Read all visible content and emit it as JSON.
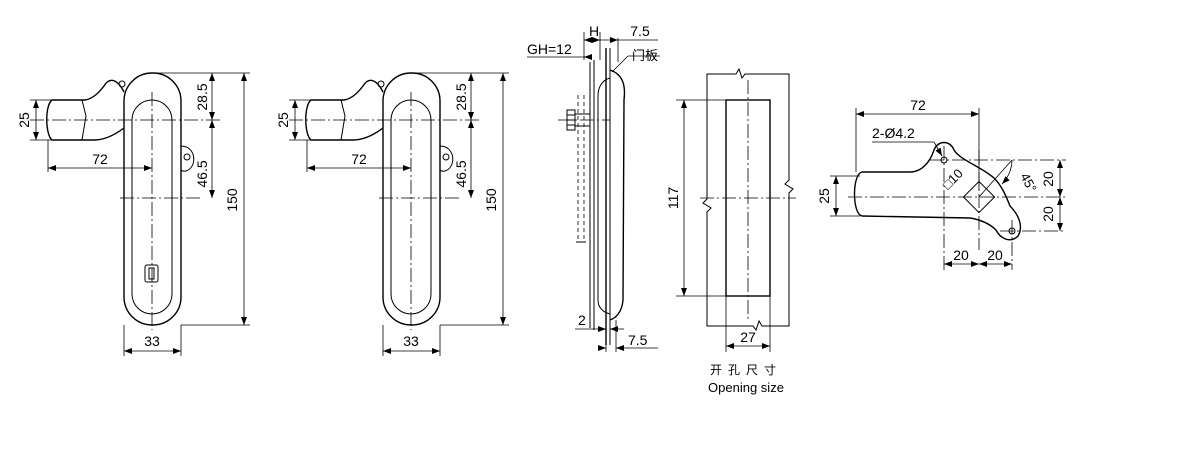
{
  "labels": {
    "gh": "GH=12",
    "h": "H",
    "door_panel": "门板",
    "opening_cn": "开孔尺寸",
    "opening_en": "Opening size",
    "hole": "2-Ø4.2",
    "square": "□10",
    "angle": "45°"
  },
  "dims": {
    "d25": "25",
    "d72": "72",
    "d28_5": "28.5",
    "d46_5": "46.5",
    "d150": "150",
    "d33": "33",
    "d7_5": "7.5",
    "d2": "2",
    "d117": "117",
    "d27": "27",
    "d20": "20"
  }
}
